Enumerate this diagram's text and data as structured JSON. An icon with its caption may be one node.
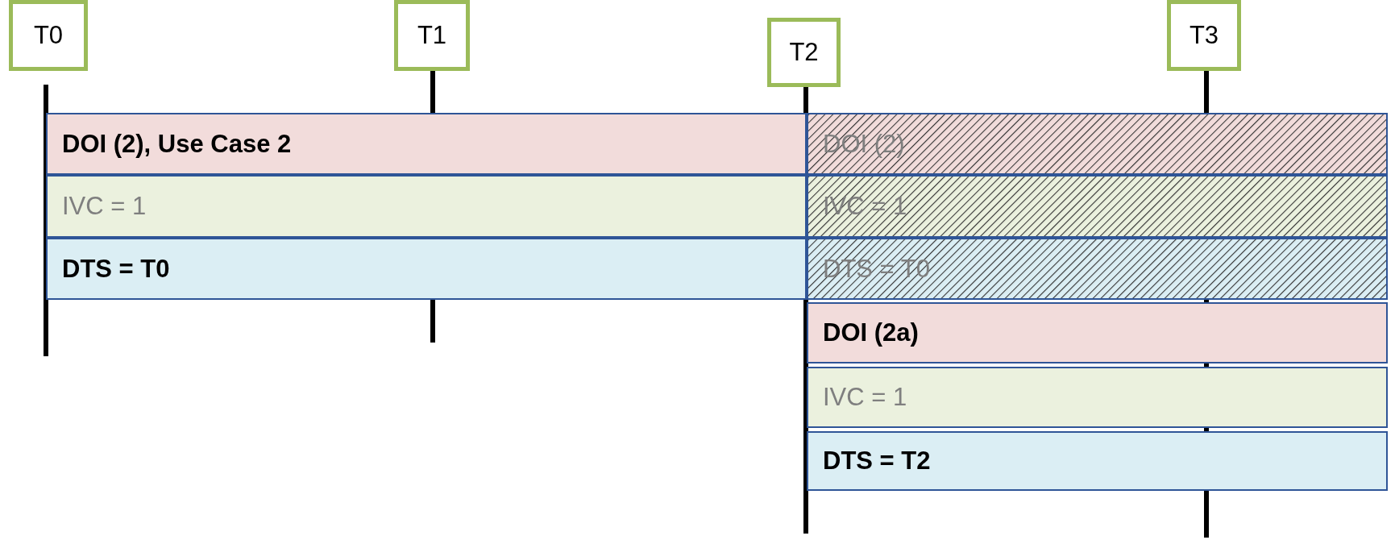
{
  "diagram": {
    "nodes": [
      {
        "text": [
          "T0"
        ]
      },
      {
        "text": [
          "T1"
        ]
      },
      {
        "text": [
          "T2"
        ]
      },
      {
        "text": [
          "T3"
        ]
      },
      {
        "text": [
          "DOI (2), Use Case 2"
        ]
      },
      {
        "text": [
          "IVC = 1"
        ]
      },
      {
        "text": [
          "DTS = T0"
        ]
      },
      {
        "text": [
          "DOI (2)"
        ]
      },
      {
        "text": [
          "IVC = 1"
        ]
      },
      {
        "text": [
          "DTS = T0"
        ]
      },
      {
        "text": [
          "DOI (2a)"
        ]
      },
      {
        "text": [
          "IVC = 1"
        ]
      },
      {
        "text": [
          "DTS = T2"
        ]
      }
    ],
    "edges": []
  }
}
